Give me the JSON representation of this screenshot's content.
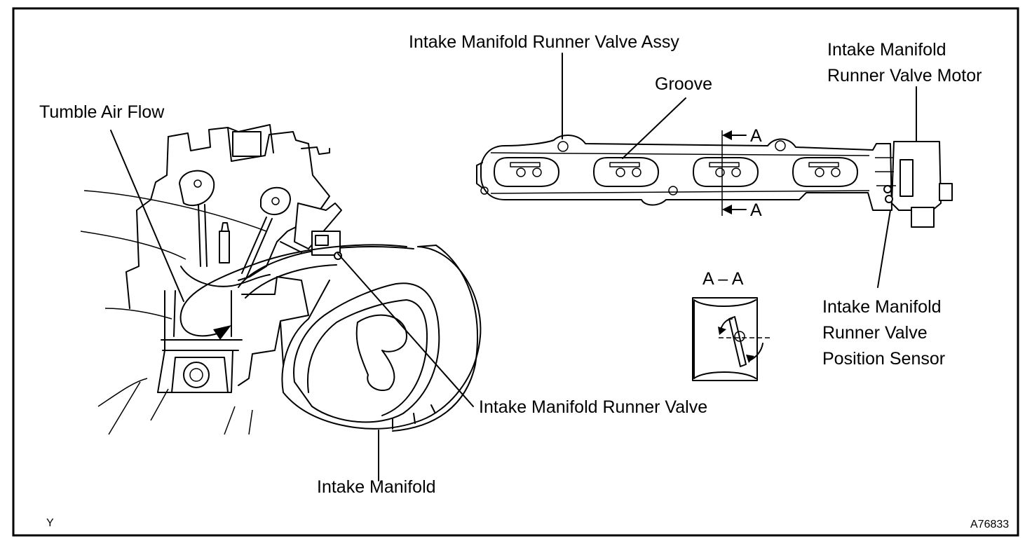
{
  "labels": {
    "tumble_air_flow": "Tumble Air Flow",
    "runner_valve_assy": "Intake Manifold Runner Valve Assy",
    "groove": "Groove",
    "motor_line1": "Intake Manifold",
    "motor_line2": "Runner Valve Motor",
    "section_mark_top": "A",
    "section_mark_bottom": "A",
    "section_title": "A – A",
    "sensor_line1": "Intake Manifold",
    "sensor_line2": "Runner Valve",
    "sensor_line3": "Position Sensor",
    "runner_valve": "Intake Manifold Runner Valve",
    "intake_manifold": "Intake Manifold",
    "corner_code": "Y",
    "figure_id": "A76833"
  },
  "colors": {
    "ink": "#000000",
    "paper": "#ffffff"
  }
}
